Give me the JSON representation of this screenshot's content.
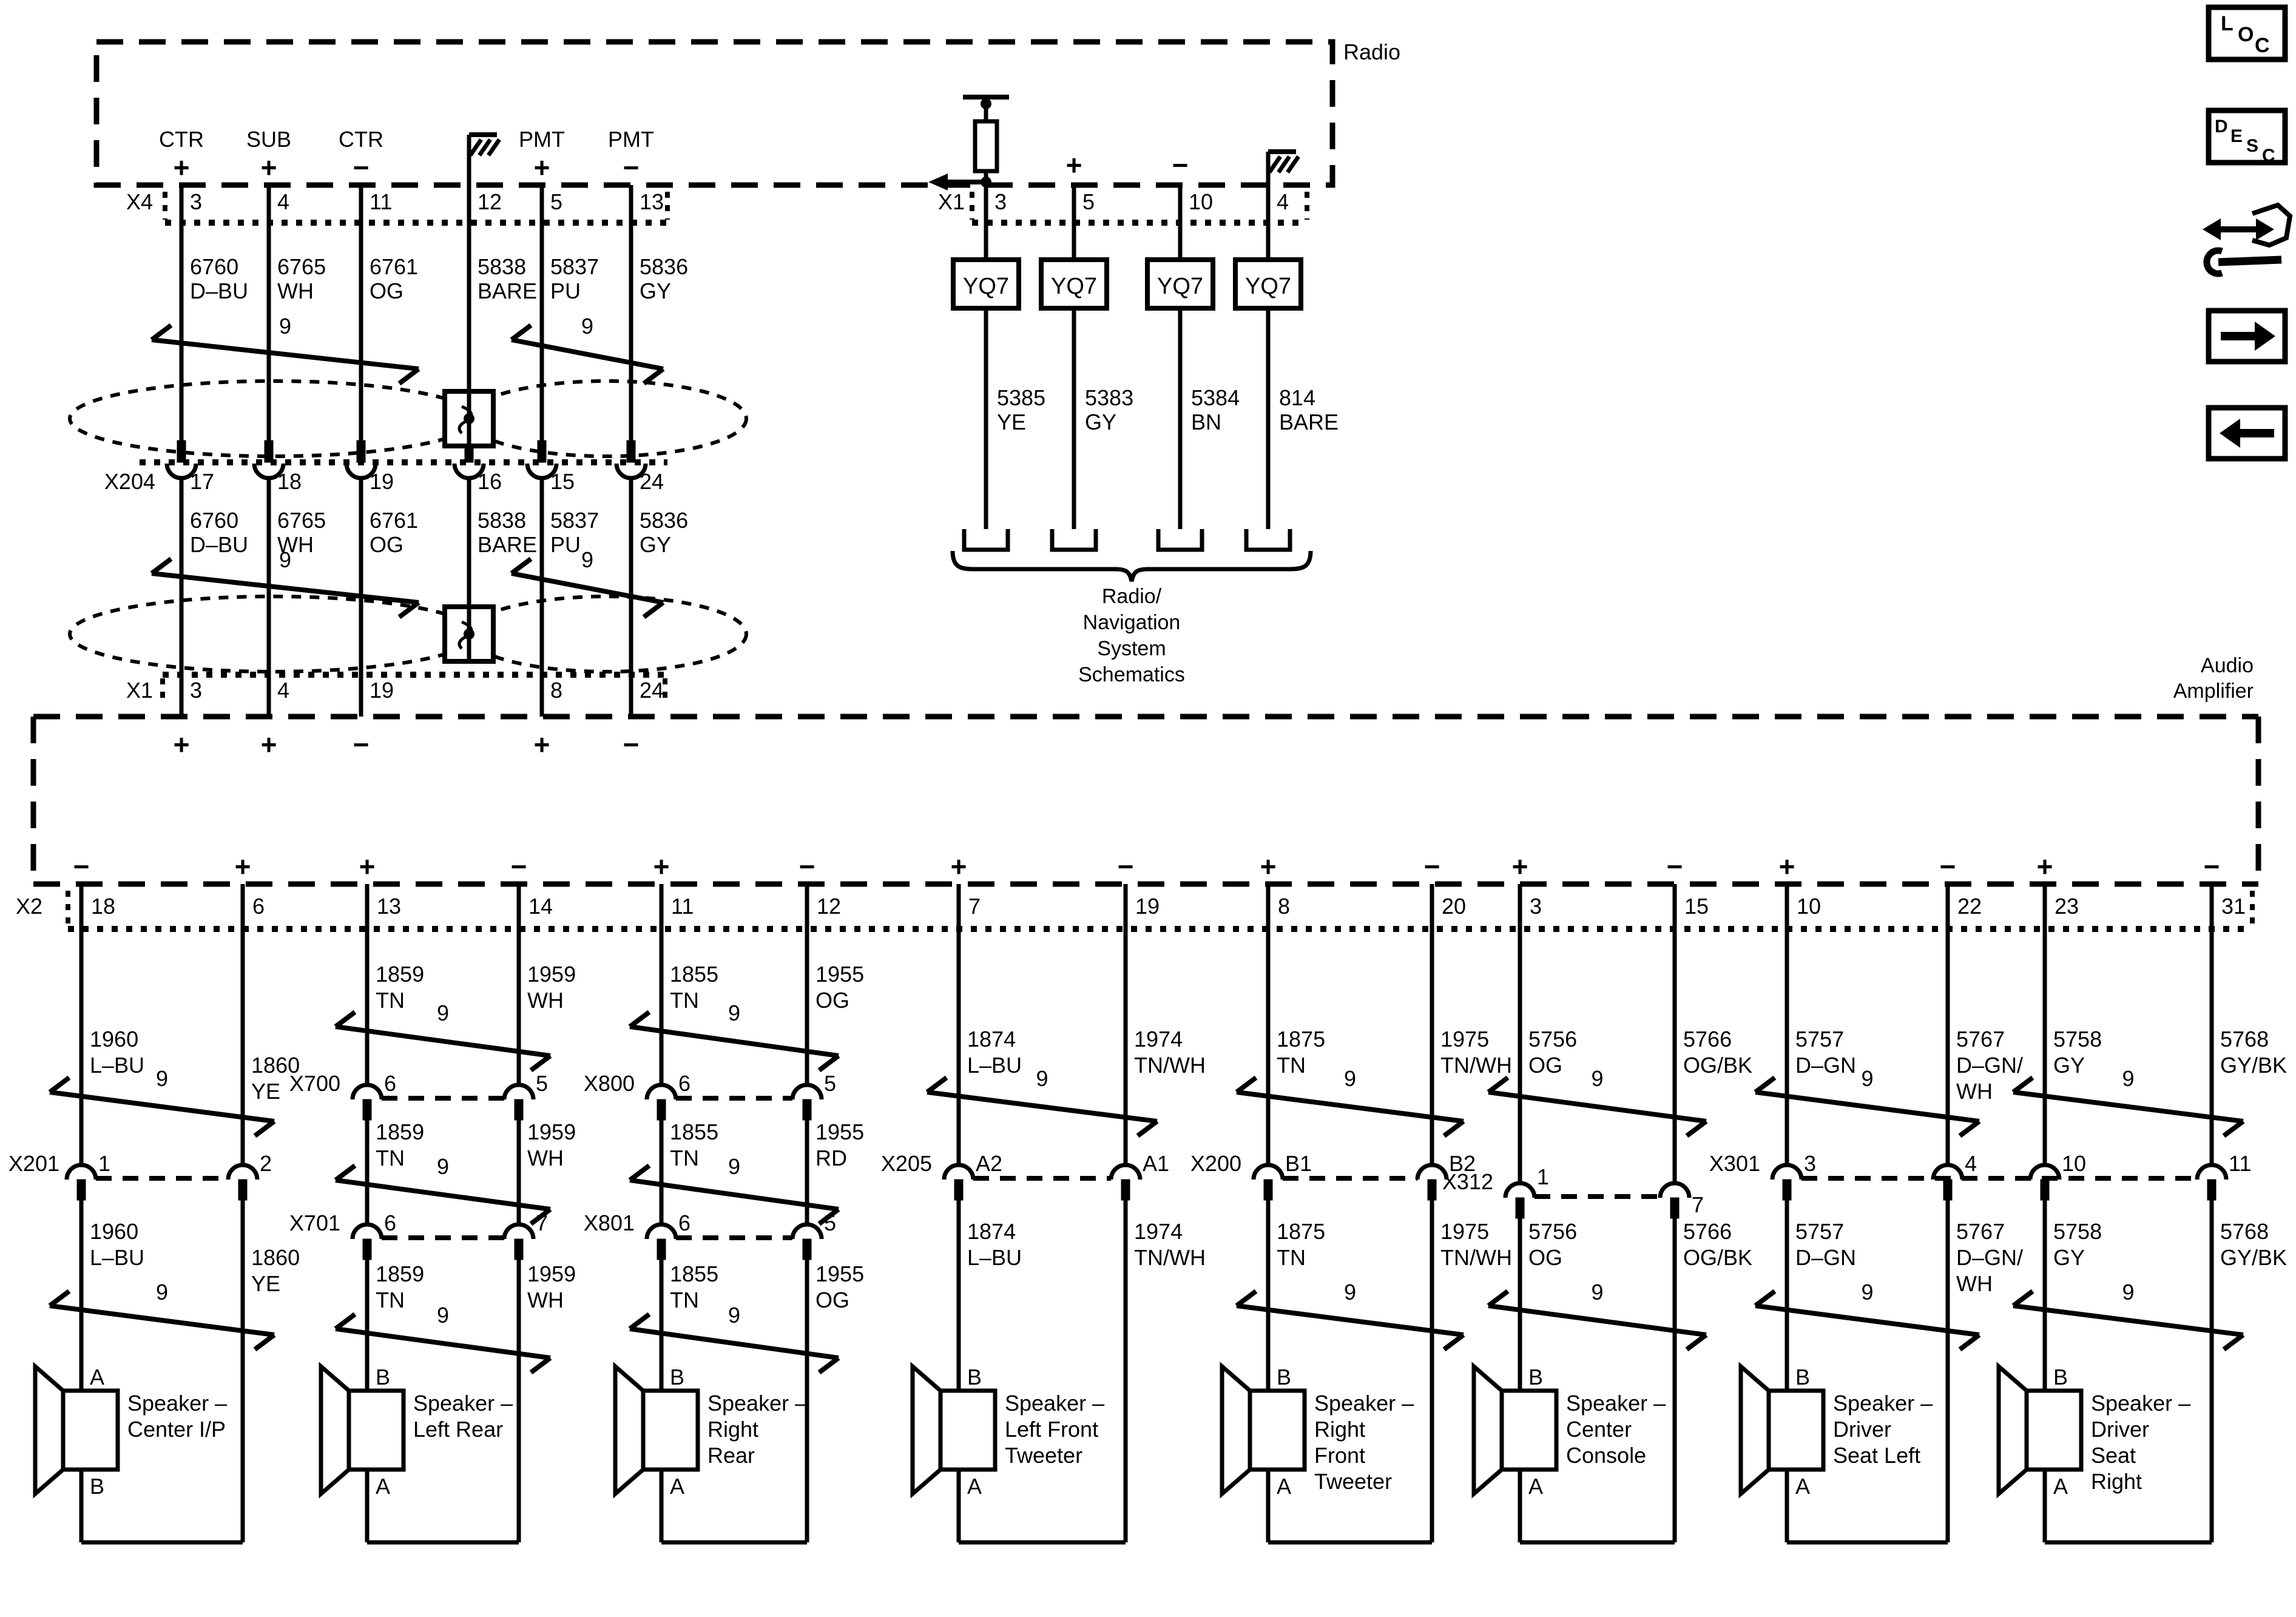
{
  "page": {
    "bg": "#ffffff",
    "ink": "#000000",
    "twist_label": "9"
  },
  "radio": {
    "label": "Radio",
    "x4_label": "X4",
    "x204_label": "X204",
    "x1_amp_label": "X1",
    "terminals": [
      {
        "name": "CTR",
        "sign": "+",
        "x4_pin": "3",
        "circuit": "6760",
        "color": "D–BU",
        "x204_pin": "17",
        "x1_pin": "3",
        "amp_sign": "+"
      },
      {
        "name": "SUB",
        "sign": "+",
        "x4_pin": "4",
        "circuit": "6765",
        "color": "WH",
        "x204_pin": "18",
        "x1_pin": "4",
        "amp_sign": "+"
      },
      {
        "name": "CTR",
        "sign": "−",
        "x4_pin": "11",
        "circuit": "6761",
        "color": "OG",
        "x204_pin": "19",
        "x1_pin": "19",
        "amp_sign": "−"
      },
      {
        "name": "",
        "sign": "ground",
        "x4_pin": "12",
        "circuit": "5838",
        "color": "BARE",
        "x204_pin": "16",
        "x1_pin": null,
        "amp_sign": null
      },
      {
        "name": "PMT",
        "sign": "+",
        "x4_pin": "5",
        "circuit": "5837",
        "color": "PU",
        "x204_pin": "15",
        "x1_pin": "8",
        "amp_sign": "+"
      },
      {
        "name": "PMT",
        "sign": "−",
        "x4_pin": "13",
        "circuit": "5836",
        "color": "GY",
        "x204_pin": "24",
        "x1_pin": "24",
        "amp_sign": "−"
      }
    ],
    "nav": {
      "x1_label": "X1",
      "module": "YQ7",
      "outputs": [
        {
          "pin": "3",
          "symbol": "antenna",
          "circuit": "5385",
          "color": "YE"
        },
        {
          "pin": "5",
          "symbol": "+",
          "circuit": "5383",
          "color": "GY"
        },
        {
          "pin": "10",
          "symbol": "−",
          "circuit": "5384",
          "color": "BN"
        },
        {
          "pin": "4",
          "symbol": "ground",
          "circuit": "814",
          "color": "BARE"
        }
      ],
      "note": [
        "Radio/",
        "Navigation",
        "System",
        "Schematics"
      ]
    }
  },
  "amplifier": {
    "label": [
      "Audio",
      "Amplifier"
    ],
    "x2_label": "X2",
    "groups": [
      {
        "speaker": [
          "Speaker –",
          "Center I/P"
        ],
        "top_terminal": "A",
        "bottom_terminal": "B",
        "pins": [
          "18",
          "6"
        ],
        "signs": [
          "−",
          "+"
        ],
        "pattern": "single",
        "stagger_right": true,
        "connectors": [
          {
            "name": "X201",
            "pins": [
              "1",
              "2"
            ]
          }
        ],
        "labels_top": [
          [
            "1960",
            "L–BU"
          ],
          [
            "1860",
            "YE"
          ]
        ],
        "labels_bottom": [
          [
            "1960",
            "L–BU"
          ],
          [
            "1860",
            "YE"
          ]
        ],
        "twists": [
          "top",
          "bottom"
        ]
      },
      {
        "speaker": [
          "Speaker –",
          "Left Rear"
        ],
        "top_terminal": "B",
        "bottom_terminal": "A",
        "pins": [
          "13",
          "14"
        ],
        "signs": [
          "+",
          "−"
        ],
        "pattern": "double",
        "connectors": [
          {
            "name": "X700",
            "pins": [
              "6",
              "5"
            ]
          },
          {
            "name": "X701",
            "pins": [
              "6",
              "7"
            ]
          }
        ],
        "labels_top": [
          [
            "1859",
            "TN"
          ],
          [
            "1959",
            "WH"
          ]
        ],
        "labels_mid": [
          [
            "1859",
            "TN"
          ],
          [
            "1959",
            "WH"
          ]
        ],
        "labels_bottom": [
          [
            "1859",
            "TN"
          ],
          [
            "1959",
            "WH"
          ]
        ],
        "twists": [
          "top",
          "mid",
          "bottom"
        ]
      },
      {
        "speaker": [
          "Speaker –",
          "Right",
          "Rear"
        ],
        "top_terminal": "B",
        "bottom_terminal": "A",
        "pins": [
          "11",
          "12"
        ],
        "signs": [
          "+",
          "−"
        ],
        "pattern": "double",
        "connectors": [
          {
            "name": "X800",
            "pins": [
              "6",
              "5"
            ]
          },
          {
            "name": "X801",
            "pins": [
              "6",
              "5"
            ]
          }
        ],
        "labels_top": [
          [
            "1855",
            "TN"
          ],
          [
            "1955",
            "OG"
          ]
        ],
        "labels_mid": [
          [
            "1855",
            "TN"
          ],
          [
            "1955",
            "RD"
          ]
        ],
        "labels_bottom": [
          [
            "1855",
            "TN"
          ],
          [
            "1955",
            "OG"
          ]
        ],
        "twists": [
          "top",
          "mid",
          "bottom"
        ]
      },
      {
        "speaker": [
          "Speaker –",
          "Left Front",
          "Tweeter"
        ],
        "top_terminal": "B",
        "bottom_terminal": "A",
        "pins": [
          "7",
          "19"
        ],
        "signs": [
          "+",
          "−"
        ],
        "pattern": "single",
        "connectors": [
          {
            "name": "X205",
            "pins": [
              "A2",
              "A1"
            ]
          }
        ],
        "labels_top": [
          [
            "1874",
            "L–BU"
          ],
          [
            "1974",
            "TN/WH"
          ]
        ],
        "labels_bottom": [
          [
            "1874",
            "L–BU"
          ],
          [
            "1974",
            "TN/WH"
          ]
        ],
        "twists": [
          "top"
        ]
      },
      {
        "speaker": [
          "Speaker –",
          "Right",
          "Front",
          "Tweeter"
        ],
        "top_terminal": "B",
        "bottom_terminal": "A",
        "pins": [
          "8",
          "20"
        ],
        "signs": [
          "+",
          "−"
        ],
        "pattern": "single",
        "connectors": [
          {
            "name": "X200",
            "pins": [
              "B1",
              "B2"
            ]
          }
        ],
        "labels_top": [
          [
            "1875",
            "TN"
          ],
          [
            "1975",
            "TN/WH"
          ]
        ],
        "labels_bottom": [
          [
            "1875",
            "TN"
          ],
          [
            "1975",
            "TN/WH"
          ]
        ],
        "twists": [
          "top",
          "bottom"
        ]
      },
      {
        "speaker": [
          "Speaker –",
          "Center",
          "Console"
        ],
        "top_terminal": "B",
        "bottom_terminal": "A",
        "pins": [
          "3",
          "15"
        ],
        "signs": [
          "+",
          "−"
        ],
        "pattern": "single",
        "low_connector": true,
        "connectors": [
          {
            "name": "X312",
            "pins": [
              "1",
              "7"
            ]
          }
        ],
        "labels_top": [
          [
            "5756",
            "OG"
          ],
          [
            "5766",
            "OG/BK"
          ]
        ],
        "labels_bottom": [
          [
            "5756",
            "OG"
          ],
          [
            "5766",
            "OG/BK"
          ]
        ],
        "twists": [
          "top",
          "bottom"
        ]
      },
      {
        "speaker": [
          "Speaker –",
          "Driver",
          "Seat Left"
        ],
        "top_terminal": "B",
        "bottom_terminal": "A",
        "pins": [
          "10",
          "22"
        ],
        "signs": [
          "+",
          "−"
        ],
        "pattern": "single",
        "shared": "start",
        "connectors": [
          {
            "name": "X301",
            "pins": [
              "3",
              "4"
            ]
          }
        ],
        "labels_top": [
          [
            "5757",
            "D–GN"
          ],
          [
            "5767",
            "D–GN/",
            "WH"
          ]
        ],
        "labels_bottom": [
          [
            "5757",
            "D–GN"
          ],
          [
            "5767",
            "D–GN/",
            "WH"
          ]
        ],
        "twists": [
          "top",
          "bottom"
        ]
      },
      {
        "speaker": [
          "Speaker –",
          "Driver",
          "Seat",
          "Right"
        ],
        "top_terminal": "B",
        "bottom_terminal": "A",
        "pins": [
          "23",
          "31"
        ],
        "signs": [
          "+",
          "−"
        ],
        "pattern": "single",
        "shared": "end",
        "connectors": [
          {
            "name": "",
            "pins": [
              "10",
              "11"
            ]
          }
        ],
        "labels_top": [
          [
            "5758",
            "GY"
          ],
          [
            "5768",
            "GY/BK"
          ]
        ],
        "labels_bottom": [
          [
            "5758",
            "GY"
          ],
          [
            "5768",
            "GY/BK"
          ]
        ],
        "twists": [
          "top",
          "bottom"
        ]
      }
    ]
  },
  "sidebar": {
    "buttons": [
      {
        "id": "loc",
        "letters": [
          "L",
          "O",
          "C"
        ]
      },
      {
        "id": "desc",
        "letters": [
          "D",
          "E",
          "S",
          "C"
        ]
      },
      {
        "id": "tool",
        "icon": "wire-repair-icon"
      },
      {
        "id": "next",
        "icon": "arrow-right"
      },
      {
        "id": "back",
        "icon": "arrow-left"
      }
    ]
  }
}
